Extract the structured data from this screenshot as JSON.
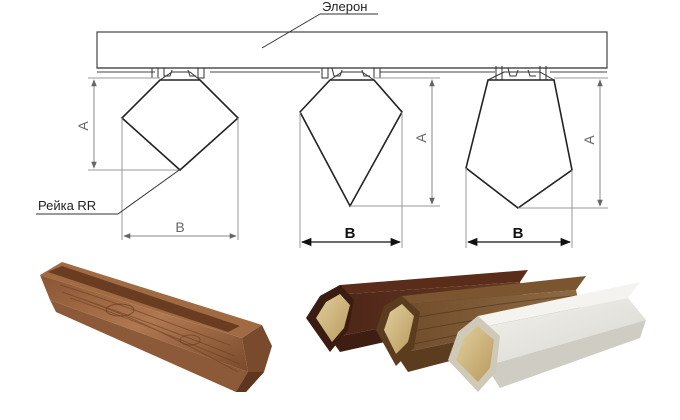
{
  "diagram": {
    "rail_label": "Элерон",
    "profile_label": "Рейка RR",
    "dim_a": "A",
    "dim_b": "B",
    "profiles": [
      {
        "shape": "diamond",
        "dim_a_label": "A",
        "dim_b_label": "B",
        "b_bold": false
      },
      {
        "shape": "inverted-pentagon-pointed",
        "dim_a_label": "A",
        "dim_b_label": "B",
        "b_bold": true
      },
      {
        "shape": "pentagon-wide",
        "dim_a_label": "A",
        "dim_b_label": "B",
        "b_bold": true
      }
    ]
  },
  "photos": {
    "left_product": "wood-texture-hexagonal-beam",
    "right_products": [
      "dark-walnut-beam",
      "light-oak-beam",
      "white-beam"
    ]
  },
  "colors": {
    "line": "#333333",
    "dim_line": "#888888",
    "wood_light": "#a9714a",
    "wood_dark": "#5b2f1c",
    "white_beam": "#e8e6e0",
    "inner_gold": "#c9b07a"
  }
}
